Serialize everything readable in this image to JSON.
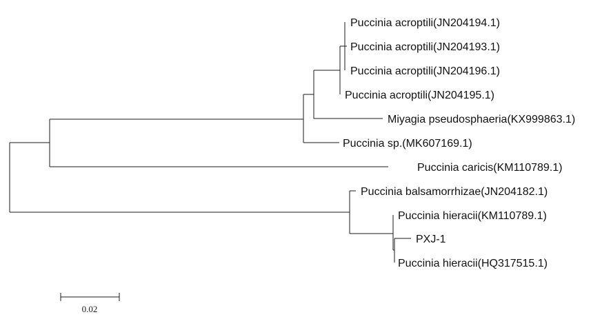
{
  "tree": {
    "type": "phylogenetic-tree",
    "leaves": [
      {
        "id": "acroptili_194",
        "label": "Puccinia acroptili(JN204194.1)"
      },
      {
        "id": "acroptili_193",
        "label": "Puccinia acroptili(JN204193.1)"
      },
      {
        "id": "acroptili_196",
        "label": "Puccinia acroptili(JN204196.1)"
      },
      {
        "id": "acroptili_195",
        "label": "Puccinia acroptili(JN204195.1)"
      },
      {
        "id": "miyagia",
        "label": "Miyagia pseudosphaeria(KX999863.1)"
      },
      {
        "id": "puccinia_sp",
        "label": "Puccinia sp.(MK607169.1)"
      },
      {
        "id": "caricis",
        "label": "Puccinia caricis(KM110789.1)"
      },
      {
        "id": "balsamorrhizae",
        "label": "Puccinia balsamorrhizae(JN204182.1)"
      },
      {
        "id": "hieracii_km",
        "label": "Puccinia hieracii(KM110789.1)"
      },
      {
        "id": "pxj1",
        "label": "PXJ-1"
      },
      {
        "id": "hieracii_hq",
        "label": "Puccinia hieracii(HQ317515.1)"
      }
    ],
    "newick": "((((((acroptili_194,acroptili_193,acroptili_196),acroptili_195),miyagia),puccinia_sp),caricis),(balsamorrhizae,(hieracii_km,(pxj1,hieracii_hq))));",
    "scale_bar": {
      "value": 0.02,
      "label": "0.02"
    }
  }
}
